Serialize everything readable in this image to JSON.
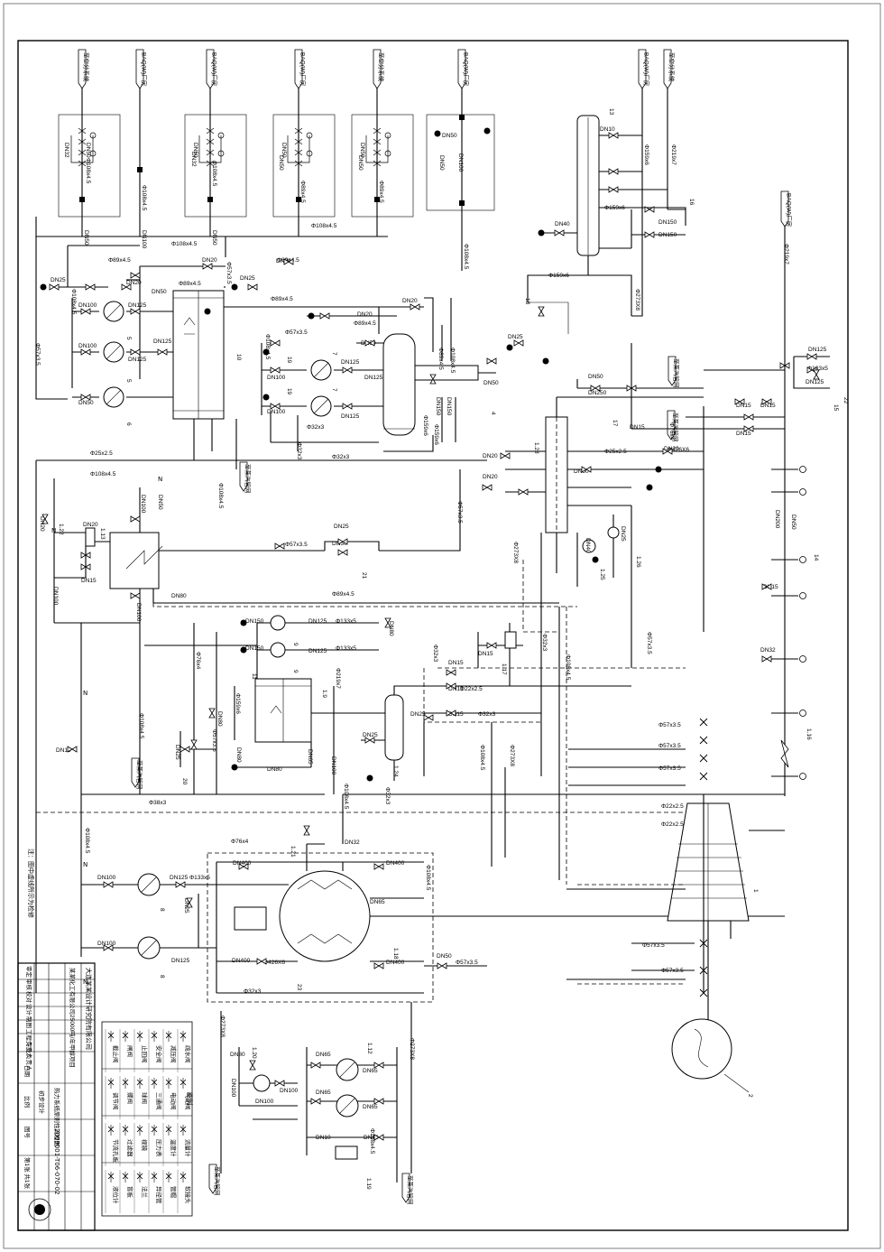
{
  "drawing": {
    "note": "注：图中虚线所示为检修",
    "tags_top": [
      "至空分系统",
      "BAQ(W)厂房",
      "BAQ(W)厂房",
      "BAQ(W)厂房",
      "至空分系统",
      "BAQ(W)厂房",
      "BAQ(W)厂房",
      "至空分系统"
    ],
    "tags_right": [
      "BAQ(W)厂房"
    ],
    "tags_other": [
      "至蒸汽管网",
      "至蒸汽管网",
      "至蒸汽管网",
      "至蒸汽管网",
      "至蒸汽管网",
      "至蒸汽管网"
    ],
    "pipe_labels": {
      "dn": [
        "DN50",
        "DN32",
        "DN100",
        "DN20",
        "DN25",
        "DN125",
        "DN150",
        "DN80",
        "DN15",
        "DN10",
        "DN40",
        "DN250",
        "DN65",
        "DN400",
        "DN200"
      ],
      "sizes": [
        "Φ108x4.5",
        "Φ89x4.5",
        "Φ57x3.5",
        "Φ32x3",
        "Φ25x2.5",
        "Φ159x6",
        "Φ133x5",
        "Φ219x7",
        "Φ76x4",
        "Φ426X6",
        "Φ38x3",
        "Φ22x2.5",
        "Φ273X8"
      ]
    },
    "equipment_numbers": [
      "1",
      "2",
      "4",
      "5",
      "6",
      "7",
      "8",
      "9",
      "10",
      "11",
      "13",
      "14",
      "15",
      "16",
      "17",
      "18",
      "19",
      "20",
      "21",
      "22",
      "23",
      "1.12",
      "1.13",
      "1.16",
      "1.17",
      "1.18",
      "1.19",
      "1.20",
      "1.21",
      "1.22",
      "1.23",
      "1.24",
      "1.25",
      "1.26",
      "1.9"
    ],
    "misc_labels": [
      "N",
      "DN65",
      "DN80",
      "DN100"
    ]
  },
  "title_block": {
    "company": "大连某某设计研究院有限公司",
    "project": "某某化工有限公司25000吨/年甲醇项目",
    "drawing_title": "热力系统原则性流程图",
    "drawing_no": "2009001-T06-070-02",
    "rows": [
      "审定",
      "审核",
      "校对",
      "设计",
      "制图",
      "工程负责人",
      "专业负责人"
    ],
    "fields": [
      "日期",
      "比例",
      "图号",
      "第1张 共1张"
    ],
    "stage": "初步设计"
  },
  "legend": {
    "title": "图例",
    "items": [
      "截止阀",
      "闸阀",
      "止回阀",
      "安全阀",
      "减压阀",
      "疏水阀",
      "调节阀",
      "蝶阀",
      "球阀",
      "三通阀",
      "电动阀",
      "气动阀",
      "节流孔板",
      "过滤器",
      "视镜",
      "压力表",
      "温度计",
      "流量计",
      "液位计",
      "盲板",
      "法兰",
      "异径管",
      "管帽",
      "软接头"
    ]
  }
}
